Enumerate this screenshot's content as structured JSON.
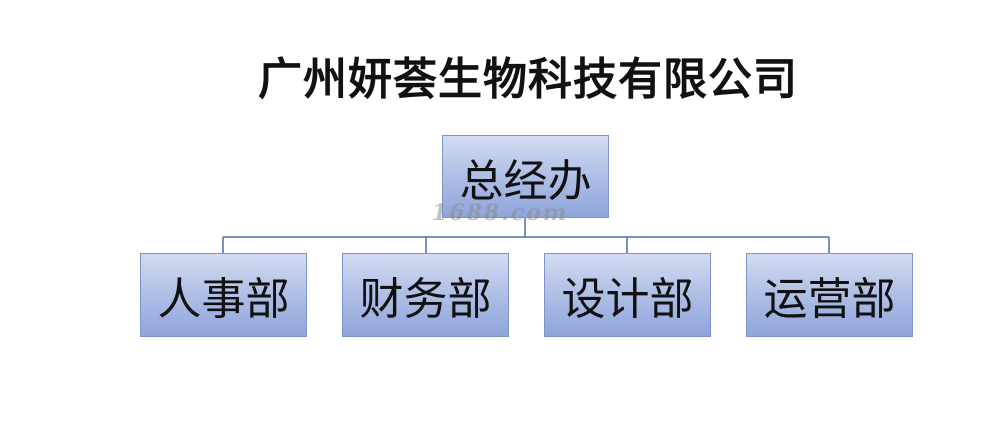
{
  "title": "广州妍荟生物科技有限公司",
  "root": {
    "label": "总经办"
  },
  "children": [
    {
      "label": "人事部"
    },
    {
      "label": "财务部"
    },
    {
      "label": "设计部"
    },
    {
      "label": "运营部"
    }
  ],
  "watermark": "1688.com",
  "colors": {
    "node_fill_top": "#d3dcf1",
    "node_fill_bottom": "#8fa5db",
    "node_border": "#7d94c9",
    "connector": "#4a6fa5"
  }
}
